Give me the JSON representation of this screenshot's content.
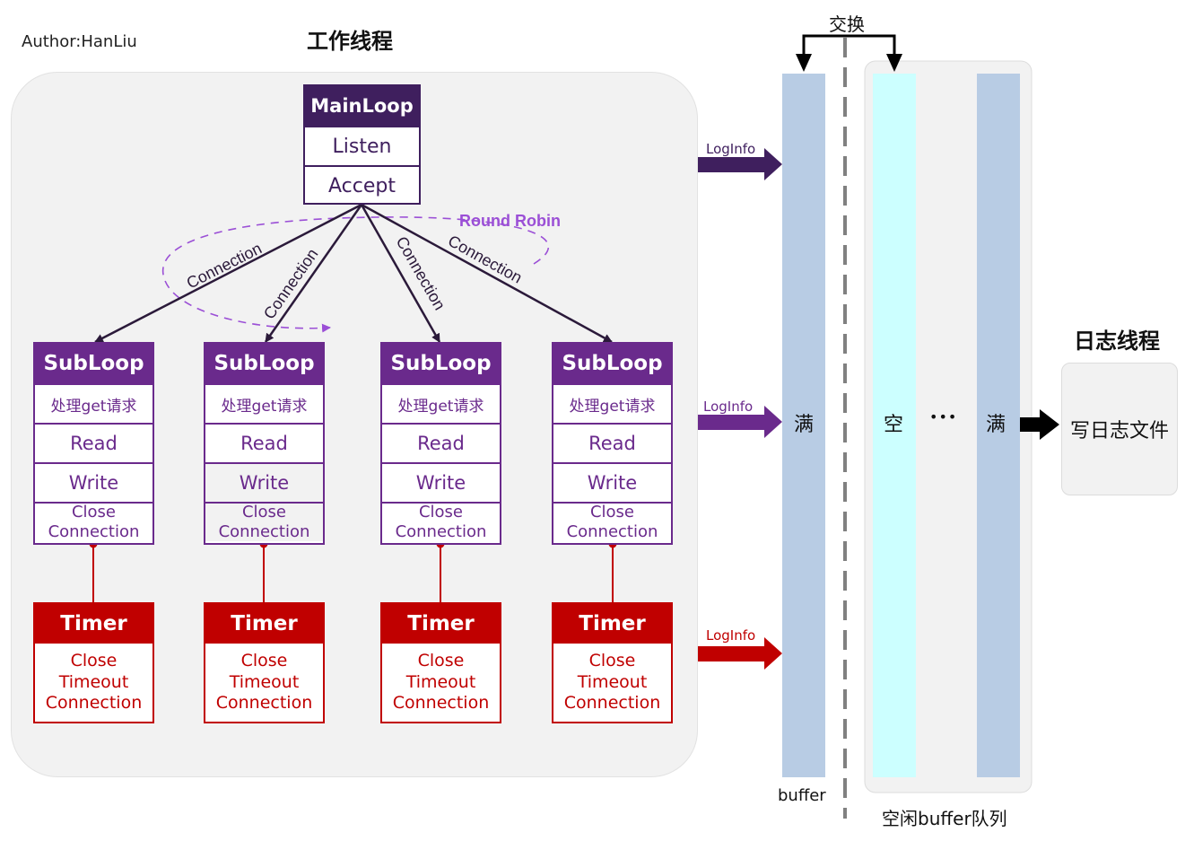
{
  "author": "Author:HanLiu",
  "worker_title": "工作线程",
  "main_loop": {
    "title": "MainLoop",
    "rows": [
      "Listen",
      "Accept"
    ]
  },
  "round_robin": "Round Robin",
  "connection_label": "Connection",
  "sub_loops": [
    {
      "title": "SubLoop",
      "rows": [
        "处理get请求",
        "Read",
        "Write"
      ],
      "close": [
        "Close",
        "Connection"
      ]
    },
    {
      "title": "SubLoop",
      "rows": [
        "处理get请求",
        "Read",
        "Write"
      ],
      "close": [
        "Close",
        "Connection"
      ]
    },
    {
      "title": "SubLoop",
      "rows": [
        "处理get请求",
        "Read",
        "Write"
      ],
      "close": [
        "Close",
        "Connection"
      ]
    },
    {
      "title": "SubLoop",
      "rows": [
        "处理get请求",
        "Read",
        "Write"
      ],
      "close": [
        "Close",
        "Connection"
      ]
    }
  ],
  "timers": [
    {
      "title": "Timer",
      "body": [
        "Close",
        "Timeout",
        "Connection"
      ]
    },
    {
      "title": "Timer",
      "body": [
        "Close",
        "Timeout",
        "Connection"
      ]
    },
    {
      "title": "Timer",
      "body": [
        "Close",
        "Timeout",
        "Connection"
      ]
    },
    {
      "title": "Timer",
      "body": [
        "Close",
        "Timeout",
        "Connection"
      ]
    }
  ],
  "loginfo_labels": [
    "LogInfo",
    "LogInfo",
    "LogInfo"
  ],
  "swap_label": "交换",
  "buffer_label": "buffer",
  "buffer_full": "满",
  "free_queue": {
    "label": "空闲buffer队列",
    "empty": "空",
    "ellipsis": "•••",
    "full": "满"
  },
  "log_thread": {
    "title": "日志线程",
    "action": "写日志文件"
  },
  "colors": {
    "main_loop": "#3f1f5e",
    "sub_loop": "#6a2a8c",
    "timer": "#c00000",
    "round_robin": "#9b4fd6",
    "buffer_full": "#b8cce4",
    "buffer_empty": "#ccffff",
    "panel": "#f2f2f2"
  }
}
